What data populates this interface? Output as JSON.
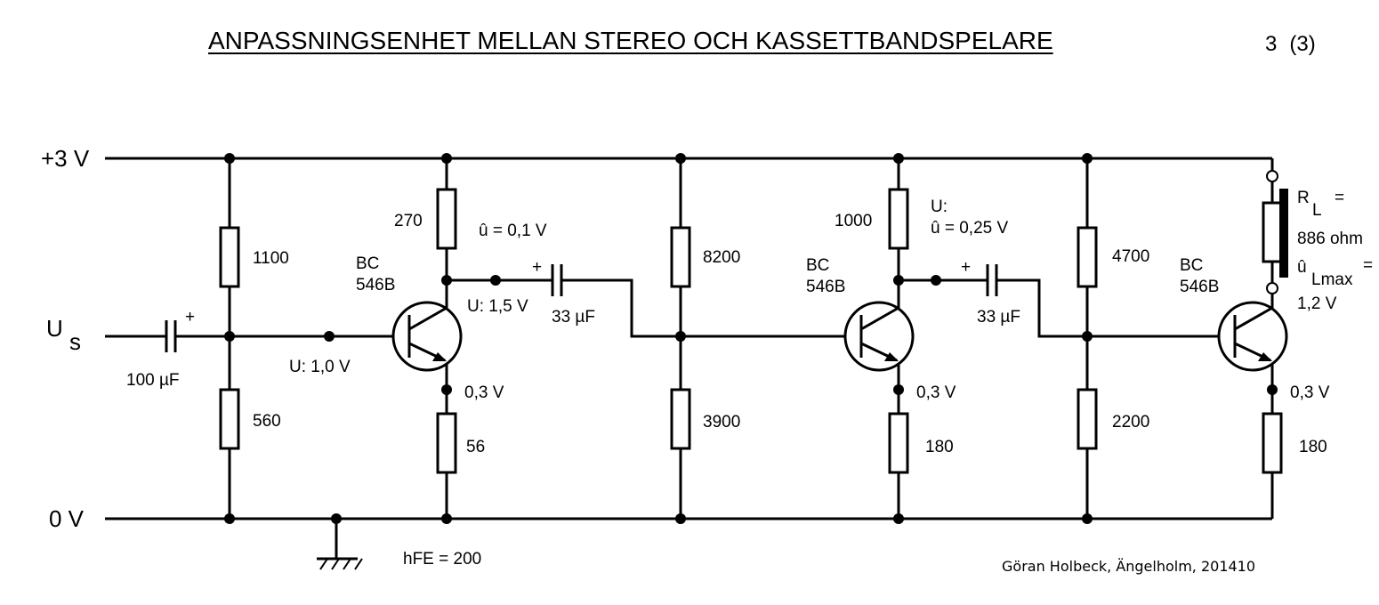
{
  "header": {
    "title": "ANPASSNINGSENHET MELLAN STEREO OCH KASSETTBANDSPELARE",
    "page": "3",
    "pages_total": "(3)"
  },
  "rails": {
    "supply": "+3 V",
    "ground": "0 V"
  },
  "input": {
    "label_main": "U",
    "label_sub": "s",
    "capacitor": "100 µF",
    "capacitor_polarity": "+"
  },
  "stage1": {
    "r_top": "1100",
    "r_bottom": "560",
    "base_voltage": "U:  1,0 V",
    "r_collector": "270",
    "collector_ac": "û = 0,1 V",
    "collector_dc": "U:  1,5 V",
    "transistor_line1": "BC",
    "transistor_line2": "546B",
    "emitter_voltage": "0,3 V",
    "r_emitter": "56",
    "hfe": "hFE = 200",
    "coupling_cap": "33 µF",
    "coupling_polarity": "+"
  },
  "stage2": {
    "r_top": "8200",
    "r_bottom": "3900",
    "r_collector": "1000",
    "collector_dc": "U:",
    "collector_ac": "û = 0,25 V",
    "transistor_line1": "BC",
    "transistor_line2": "546B",
    "emitter_voltage": "0,3 V",
    "r_emitter": "180",
    "coupling_cap": "33 µF",
    "coupling_polarity": "+"
  },
  "stage3": {
    "r_top": "4700",
    "r_bottom": "2200",
    "transistor_line1": "BC",
    "transistor_line2": "546B",
    "emitter_voltage": "0,3 V",
    "r_emitter": "180",
    "load_label_main": "R",
    "load_label_sub": "L",
    "load_label_eq": "=",
    "load_value": "886 ohm",
    "out_label_main": "û",
    "out_label_sub": "Lmax",
    "out_label_eq": "=",
    "out_value": "1,2 V"
  },
  "footer": {
    "signature": "Göran Holbeck, Ängelholm, 201410"
  }
}
